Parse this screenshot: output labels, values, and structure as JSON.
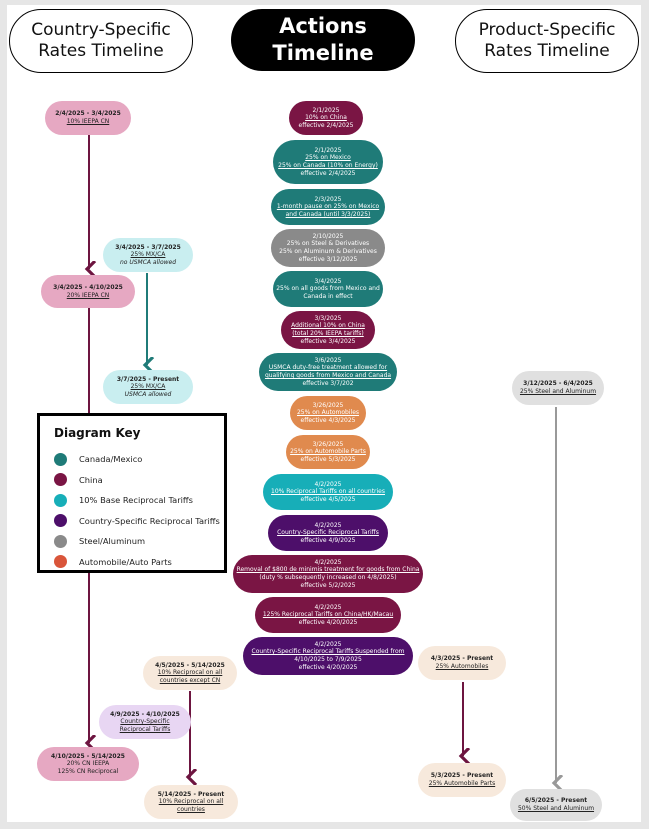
{
  "headers": {
    "left": [
      "Country-Specific",
      "Rates Timeline"
    ],
    "center": [
      "Actions",
      "Timeline"
    ],
    "right": [
      "Product-Specific",
      "Rates Timeline"
    ]
  },
  "colors": {
    "canada_mexico": "#1f7b78",
    "china": "#7a1544",
    "base_reciprocal": "#17aeb8",
    "country_reciprocal": "#4d0f6a",
    "steel_aluminum": "#8a8a8a",
    "auto": "#e08a4e"
  },
  "actions": [
    {
      "date": "2/1/2025",
      "lines": [
        "10% on China"
      ],
      "effective": "effective 2/4/2025",
      "category": "china"
    },
    {
      "date": "2/1/2025",
      "lines": [
        "25% on Mexico",
        "25% on Canada (10% on Energy)"
      ],
      "effective": "effective 2/4/2025",
      "category": "canada_mexico"
    },
    {
      "date": "2/3/2025",
      "lines": [
        "1-month pause on 25% on Mexico",
        "and Canada (until 3/3/2025)"
      ],
      "effective": "",
      "category": "canada_mexico"
    },
    {
      "date": "2/10/2025",
      "lines": [
        "25% on Steel & Derivatives",
        "25% on Aluminum & Derivatives"
      ],
      "effective": "effective 3/12/2025",
      "category": "steel_aluminum"
    },
    {
      "date": "3/4/2025",
      "lines": [
        "25% on all goods from Mexico and",
        "Canada in effect"
      ],
      "effective": "",
      "category": "canada_mexico"
    },
    {
      "date": "3/3/2025",
      "lines": [
        "Additional 10% on China",
        "(total 20% IEEPA tariffs)"
      ],
      "effective": "effective 3/4/2025",
      "category": "china"
    },
    {
      "date": "3/6/2025",
      "lines": [
        "USMCA duty-free treatment allowed for",
        "qualifying goods from Mexico and Canada"
      ],
      "effective": "effective 3/7/202",
      "category": "canada_mexico"
    },
    {
      "date": "3/26/2025",
      "lines": [
        "25% on Automobiles"
      ],
      "effective": "effective 4/3/2025",
      "category": "auto"
    },
    {
      "date": "3/26/2025",
      "lines": [
        "25% on Automobile Parts"
      ],
      "effective": "effective 5/3/2025",
      "category": "auto"
    },
    {
      "date": "4/2/2025",
      "lines": [
        "10% Reciprocal Tariffs on all countries"
      ],
      "effective": "effective 4/5/2025",
      "category": "base_reciprocal"
    },
    {
      "date": "4/2/2025",
      "lines": [
        "Country-Specific Reciprocal Tariffs"
      ],
      "effective": "effective 4/9/2025",
      "category": "country_reciprocal"
    },
    {
      "date": "4/2/2025",
      "lines": [
        "Removal of $800 de minimis treatment for goods from China",
        "(duty % subsequently increased on 4/8/2025)"
      ],
      "effective": "effective 5/2/2025",
      "category": "china"
    },
    {
      "date": "4/2/2025",
      "lines": [
        "125% Reciprocal Tariffs on China/HK/Macau"
      ],
      "effective": "effective 4/20/2025",
      "category": "china"
    },
    {
      "date": "4/2/2025",
      "lines": [
        "Country-Specific Reciprocal Tariffs Suspended from",
        "4/10/2025 to 7/9/2025"
      ],
      "effective": "effective 4/20/2025",
      "category": "country_reciprocal"
    }
  ],
  "country_rates": [
    {
      "range": "2/4/2025 - 3/4/2025",
      "lines": [
        "10% IEEPA CN"
      ]
    },
    {
      "range": "3/4/2025 - 3/7/2025",
      "lines": [
        "25% MX/CA",
        "no USMCA allowed"
      ]
    },
    {
      "range": "3/4/2025 - 4/10/2025",
      "lines": [
        "20% IEEPA CN"
      ]
    },
    {
      "range": "3/7/2025 - Present",
      "lines": [
        "25% MX/CA",
        "USMCA allowed"
      ]
    },
    {
      "range": "4/5/2025 - 5/14/2025",
      "lines": [
        "10% Reciprocal on all",
        "countries except CN"
      ]
    },
    {
      "range": "4/9/2025 - 4/10/2025",
      "lines": [
        "Country-Specific",
        "Reciprocal Tariffs"
      ]
    },
    {
      "range": "4/10/2025 - 5/14/2025",
      "lines": [
        "20% CN IEEPA",
        "125% CN Reciprocal"
      ]
    },
    {
      "range": "5/14/2025 - Present",
      "lines": [
        "10% Reciprocal on all",
        "countries"
      ]
    }
  ],
  "product_rates": [
    {
      "range": "3/12/2025 - 6/4/2025",
      "lines": [
        "25% Steel and Aluminum"
      ]
    },
    {
      "range": "4/3/2025 - Present",
      "lines": [
        "25% Automobiles"
      ]
    },
    {
      "range": "5/3/2025 - Present",
      "lines": [
        "25% Automobile Parts"
      ]
    },
    {
      "range": "6/5/2025 - Present",
      "lines": [
        "50% Steel and Aluminum"
      ]
    }
  ],
  "key": {
    "title": "Diagram Key",
    "items": [
      {
        "label": "Canada/Mexico",
        "color": "#1f7b78"
      },
      {
        "label": "China",
        "color": "#7a1544"
      },
      {
        "label": "10% Base Reciprocal Tariffs",
        "color": "#17aeb8"
      },
      {
        "label": "Country-Specific Reciprocal Tariffs",
        "color": "#4d0f6a"
      },
      {
        "label": "Steel/Aluminum",
        "color": "#8a8a8a"
      },
      {
        "label": "Automobile/Auto Parts",
        "color": "#d9553a"
      }
    ]
  }
}
